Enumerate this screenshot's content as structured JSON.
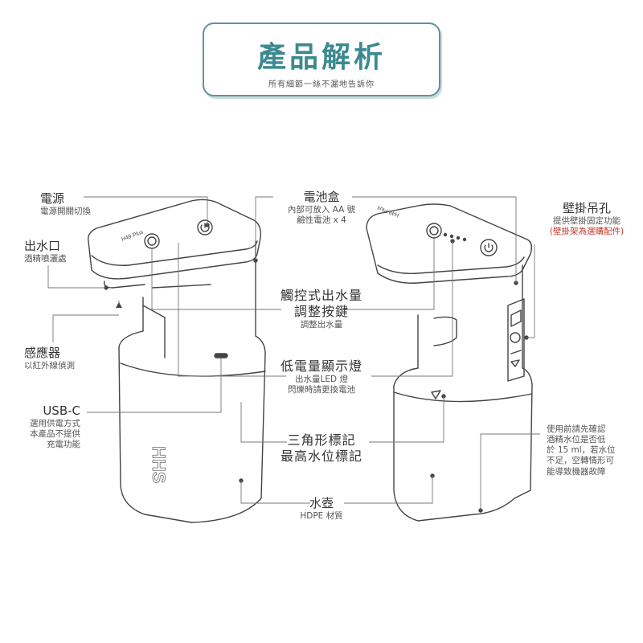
{
  "header": {
    "title": "產品解析",
    "subtitle": "所有細節一絲不漏地告訴你"
  },
  "labels": {
    "power": {
      "title": "電源",
      "desc": "電源開關切換"
    },
    "outlet": {
      "title": "出水口",
      "desc": "酒精噴灑處"
    },
    "sensor": {
      "title": "感應器",
      "desc": "以紅外線偵測"
    },
    "usbc": {
      "title": "USB-C",
      "desc1": "選用供電方式",
      "desc2": "本產品不提供",
      "desc3": "充電功能"
    },
    "battery": {
      "title": "電池盒",
      "desc1": "內部可放入 AA 號",
      "desc2": "鹼性電池 x 4"
    },
    "touch": {
      "title1": "觸控式出水量",
      "title2": "調整按鍵",
      "desc": "調整出水量"
    },
    "lowbattery": {
      "title": "低電量顯示燈",
      "desc1": "出水量LED 燈",
      "desc2": "閃爍時請更換電池"
    },
    "triangle": {
      "title1": "三角形標記",
      "title2": "最高水位標記"
    },
    "bottle": {
      "title": "水壺",
      "desc": "HDPE 材質"
    },
    "wallmount": {
      "title": "壁掛吊孔",
      "desc": "提供壁掛固定功能",
      "note": "(壁掛架為選購配件)"
    },
    "warning": {
      "line1": "使用前請先確認",
      "line2": "酒精水位是否低",
      "line3": "於 15 ml，若水位",
      "line4": "不足，空轉情形可",
      "line5": "能導致機器故障"
    }
  },
  "device": {
    "brand": "HHS",
    "model": "H49 Plus"
  },
  "colors": {
    "accent": "#3c8a90",
    "warning_red": "#c0392b",
    "line": "#444444"
  }
}
